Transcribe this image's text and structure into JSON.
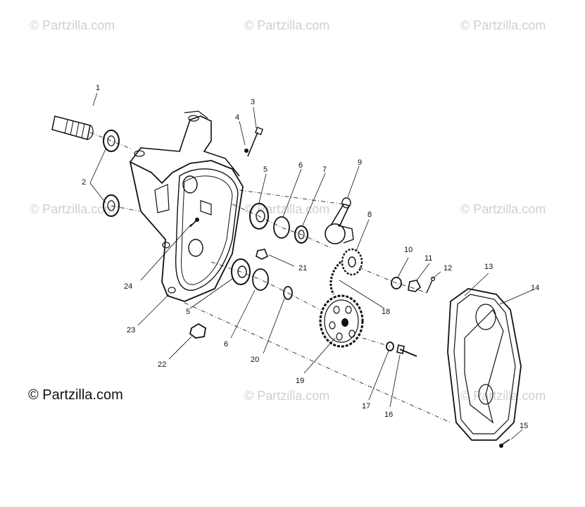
{
  "watermark": "© Partzilla.com",
  "copyright": "© Partzilla.com",
  "callouts": [
    "1",
    "2",
    "3",
    "4",
    "5",
    "6",
    "7",
    "9",
    "8",
    "10",
    "11",
    "12",
    "13",
    "14",
    "21",
    "24",
    "18",
    "23",
    "5",
    "6",
    "20",
    "19",
    "22",
    "17",
    "16",
    "15"
  ]
}
